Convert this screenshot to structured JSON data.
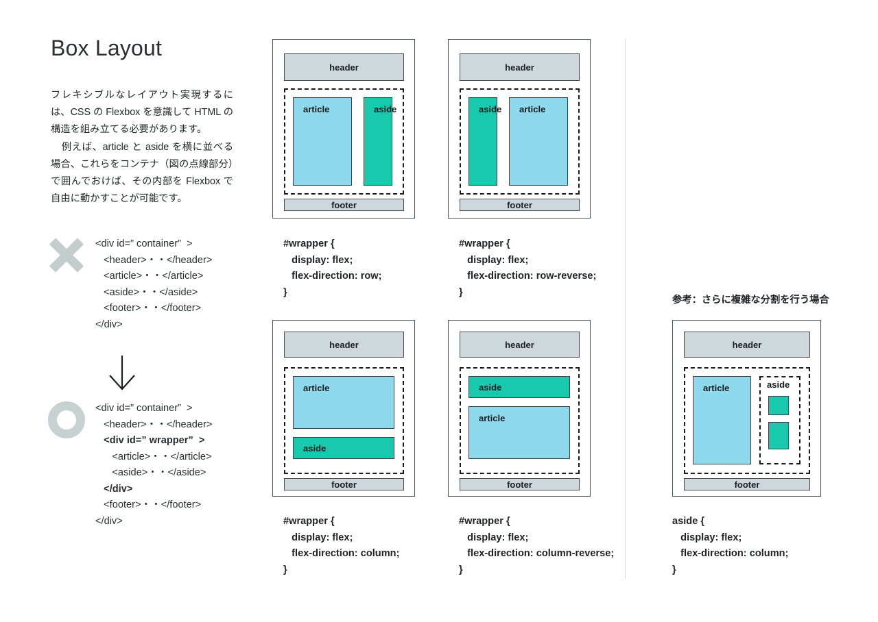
{
  "page": {
    "title": "Box Layout",
    "intro_lines": [
      "フレキシブルなレイアウト実現するには、CSS の Flexbox を意識して HTML の構造を組み立てる必要があります。",
      "例えば、article と aside を横に並べる場合、これらをコンテナ（図の点線部分）で囲んでおけば、その内部を Flexbox で自由に動かすことが可能です。"
    ],
    "note_label": "参考：さらに複雑な分割を行う場合"
  },
  "marks": {
    "bad_icon": "x-mark-icon",
    "good_icon": "o-mark-icon",
    "arrow_icon": "arrow-down-icon"
  },
  "html_examples": {
    "bad": "<div id=” container”  >\n   <header>・・</header>\n   <article>・・</article>\n   <aside>・・</aside>\n   <footer>・・</footer>\n</div>",
    "good_pre": "<div id=” container”  >\n   <header>・・</header>\n   ",
    "good_bold1": "<div id=” wrapper”  >",
    "good_mid": "\n      <article>・・</article>\n      <aside>・・</aside>\n   ",
    "good_bold2": "</div>",
    "good_post": "\n   <footer>・・</footer>\n</div>"
  },
  "colors": {
    "article": "#8ed9ec",
    "aside": "#19c9ae",
    "header_footer": "#ced7dc",
    "border": "#3d4245",
    "divider": "#d5dadd",
    "mark_gray": "#c3cdcd"
  },
  "diagrams": [
    {
      "id": "row",
      "header_label": "header",
      "footer_label": "footer",
      "boxes": [
        {
          "label": "article",
          "kind": "article"
        },
        {
          "label": "aside",
          "kind": "aside"
        }
      ],
      "css": "#wrapper {\n   display: flex;\n   flex-direction: row;\n}"
    },
    {
      "id": "row-reverse",
      "header_label": "header",
      "footer_label": "footer",
      "boxes": [
        {
          "label": "aside",
          "kind": "aside"
        },
        {
          "label": "article",
          "kind": "article"
        }
      ],
      "css": "#wrapper {\n   display: flex;\n   flex-direction: row-reverse;\n}"
    },
    {
      "id": "column",
      "header_label": "header",
      "footer_label": "footer",
      "boxes": [
        {
          "label": "article",
          "kind": "article"
        },
        {
          "label": "aside",
          "kind": "aside"
        }
      ],
      "css": "#wrapper {\n   display: flex;\n   flex-direction: column;\n}"
    },
    {
      "id": "column-reverse",
      "header_label": "header",
      "footer_label": "footer",
      "boxes": [
        {
          "label": "aside",
          "kind": "aside"
        },
        {
          "label": "article",
          "kind": "article"
        }
      ],
      "css": "#wrapper {\n   display: flex;\n   flex-direction: column-reverse;\n}"
    },
    {
      "id": "nested-aside",
      "header_label": "header",
      "footer_label": "footer",
      "boxes": [
        {
          "label": "article",
          "kind": "article"
        },
        {
          "label": "aside",
          "kind": "aside-group"
        }
      ],
      "css": "aside {\n   display: flex;\n   flex-direction: column;\n}"
    }
  ]
}
